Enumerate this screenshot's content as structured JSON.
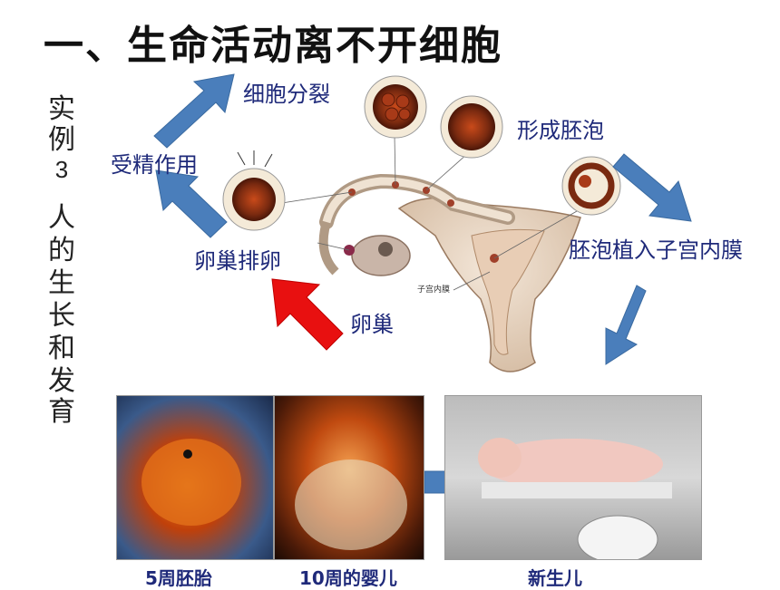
{
  "title": "一、生命活动离不开细胞",
  "side_label": [
    "实",
    "例",
    "3",
    "人",
    "的",
    "生",
    "长",
    "和",
    "发",
    "育"
  ],
  "diagram": {
    "labels": {
      "cell_division": "细胞分裂",
      "fertilization": "受精作用",
      "blastocyst": "形成胚泡",
      "ovulation": "卵巢排卵",
      "ovary": "卵巢",
      "implantation": "胚泡植入子宫内膜",
      "endometrium": "子宫内膜"
    }
  },
  "photos": {
    "captions": [
      "5周胚胎",
      "10周的婴儿",
      "新生儿"
    ]
  },
  "colors": {
    "arrow_blue": "#4a7ebb",
    "arrow_red": "#e81010",
    "label_text": "#1f2a7a"
  }
}
